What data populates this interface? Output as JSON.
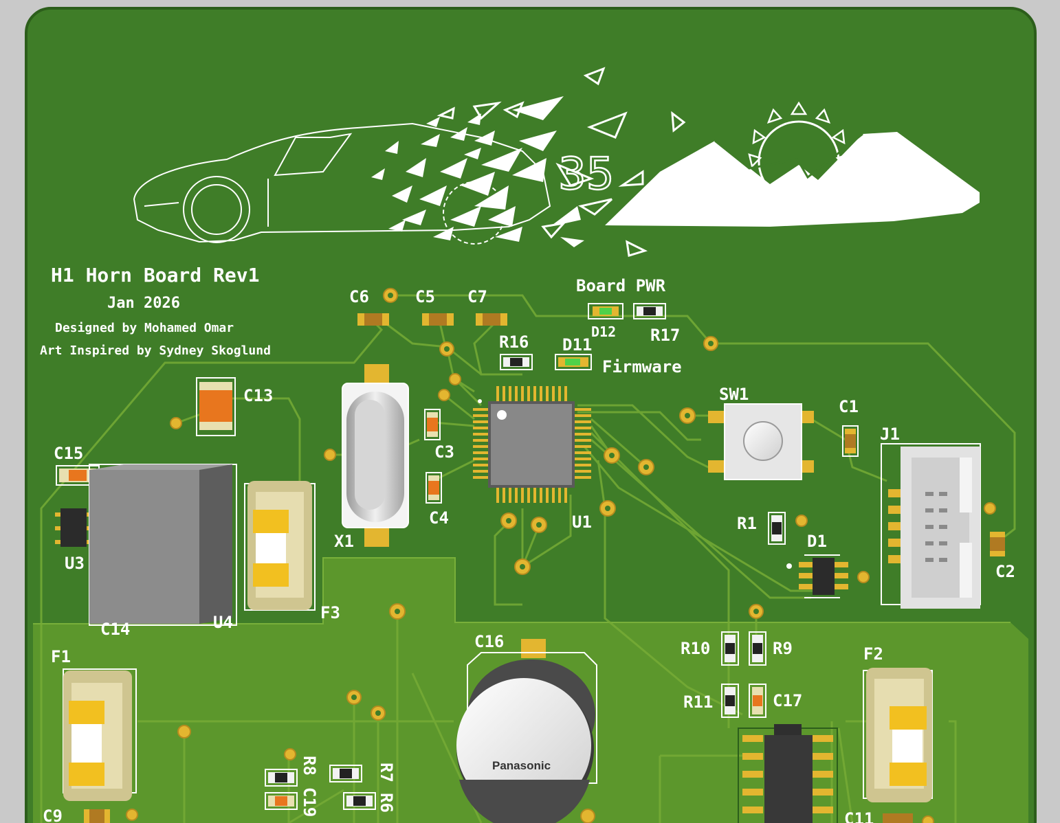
{
  "board": {
    "title": "H1 Horn Board Rev1",
    "date": "Jan 2026",
    "designer": "Designed by Mohamed Omar",
    "art_credit": "Art Inspired by Sydney Skoglund",
    "art_number": "35",
    "colors": {
      "mask": "#3f7d28",
      "mask_light": "#5e9a2a",
      "copper_trace": "#7fb23a",
      "silkscreen": "#ffffff",
      "gold": "#e3b630",
      "edge_bg": "#c9c9c9"
    }
  },
  "labels": {
    "board_pwr": "Board PWR",
    "firmware": "Firmware",
    "panasonic": "Panasonic"
  },
  "refs": {
    "C6": "C6",
    "C5": "C5",
    "C7": "C7",
    "D12": "D12",
    "R17": "R17",
    "R16": "R16",
    "D11": "D11",
    "C13": "C13",
    "C15": "C15",
    "U3": "U3",
    "C14": "C14",
    "U4": "U4",
    "F3": "F3",
    "X1": "X1",
    "C3": "C3",
    "C4": "C4",
    "U1": "U1",
    "SW1": "SW1",
    "C1": "C1",
    "J1": "J1",
    "R1": "R1",
    "D1": "D1",
    "C2": "C2",
    "C16": "C16",
    "R10": "R10",
    "R9": "R9",
    "R11": "R11",
    "C17": "C17",
    "F1": "F1",
    "F2": "F2",
    "C9": "C9",
    "R8": "R8",
    "C19": "C19",
    "R7": "R7",
    "R6": "R6",
    "C11": "C11"
  }
}
